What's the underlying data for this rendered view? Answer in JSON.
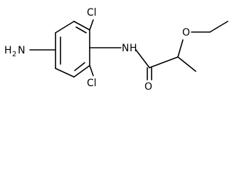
{
  "molecule": {
    "atoms": {
      "cl_top": "Cl",
      "cl_bottom": "Cl",
      "amine_left": "H",
      "amine_left_sub": "2",
      "amine_left_n": "N",
      "amide_n": "N",
      "amide_h": "H",
      "carbonyl_o": "O",
      "ether_o": "O"
    }
  }
}
